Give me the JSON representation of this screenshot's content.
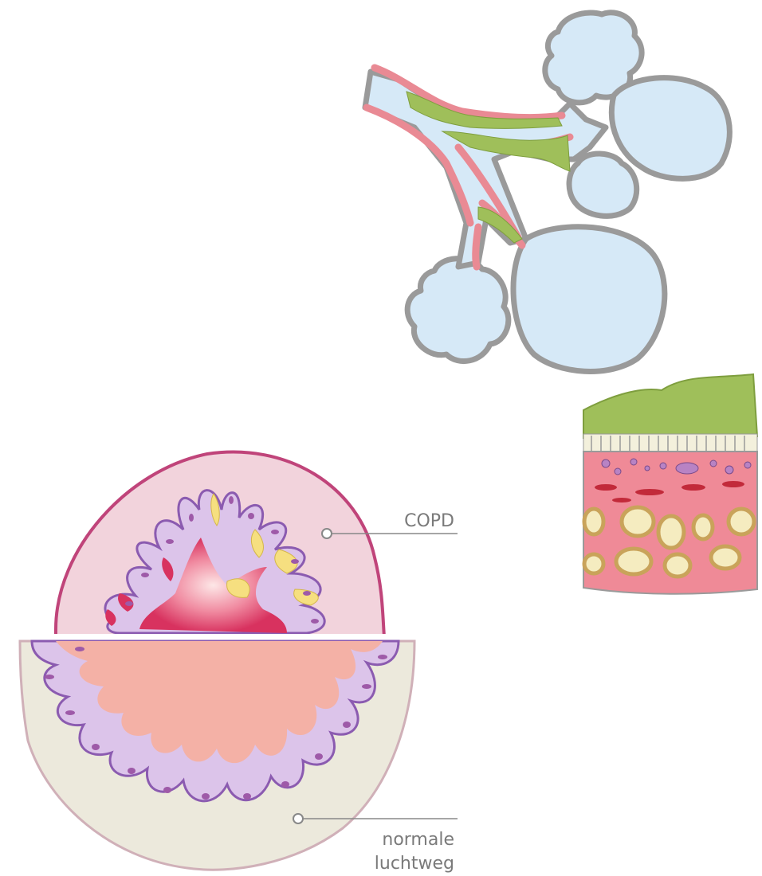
{
  "labels": {
    "copd": "COPD",
    "normal_line1": "normale",
    "normal_line2": "luchtweg"
  },
  "colors": {
    "alveolus_fill": "#d6e9f7",
    "alveolus_outline": "#9a9a9a",
    "airway_wall": "#e98a94",
    "mucus": "#9fbf5a",
    "copd_background": "#f2d3dc",
    "copd_outline": "#c0447a",
    "normal_lumen": "#f4b1a6",
    "normal_background": "#ece9dc",
    "epithelium": "#dcc4ea",
    "epithelium_outline": "#8b5bb0",
    "nucleus": "#9e5aa8",
    "inflammation": "#d8325f",
    "yellow_deposit": "#f6df80",
    "tissue_pink": "#ef8a97",
    "gland_cream": "#f5ecc0",
    "label_gray": "#7a7a7a"
  }
}
